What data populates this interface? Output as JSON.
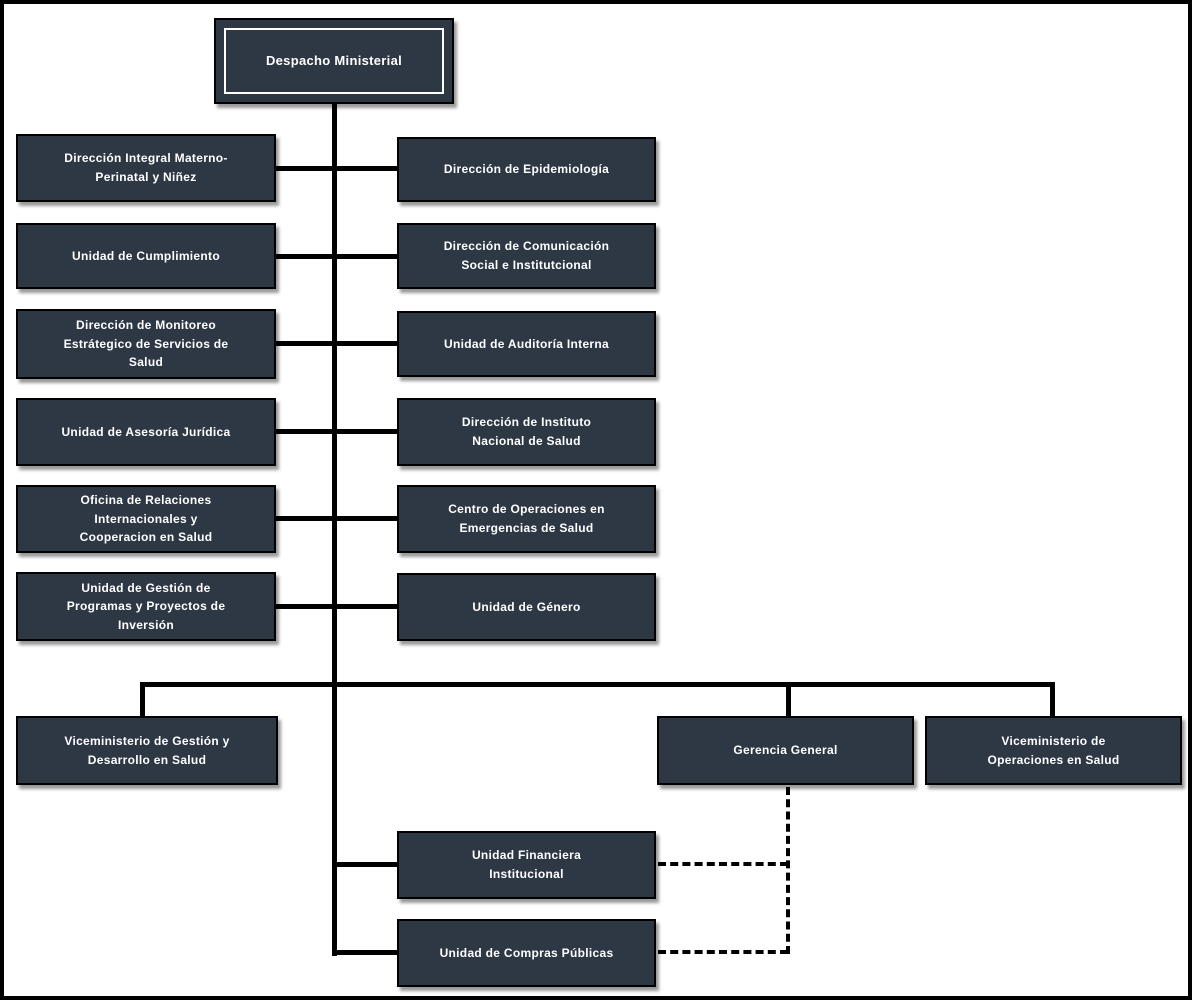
{
  "colors": {
    "box_fill": "#2e3744",
    "box_border": "#000000",
    "box_text": "#ffffff",
    "connector": "#000000",
    "background": "#ffffff"
  },
  "org": {
    "root": {
      "label": "Despacho Ministerial"
    },
    "left_column": [
      {
        "label": "Dirección Integral Materno-\nPerinatal y Niñez"
      },
      {
        "label": "Unidad de Cumplimiento"
      },
      {
        "label": "Dirección de Monitoreo\nEstrátegico de Servicios de\nSalud"
      },
      {
        "label": "Unidad de Asesoría Jurídica"
      },
      {
        "label": "Oficina de Relaciones\nInternacionales y\nCooperacion en Salud"
      },
      {
        "label": "Unidad de Gestión de\nProgramas y Proyectos de\nInversión"
      }
    ],
    "right_column": [
      {
        "label": "Dirección de Epidemiología"
      },
      {
        "label": "Dirección de Comunicación\nSocial e Institutcional"
      },
      {
        "label": "Unidad de Auditoría Interna"
      },
      {
        "label": "Dirección de Instituto\nNacional de Salud"
      },
      {
        "label": "Centro de Operaciones en\nEmergencias de Salud"
      },
      {
        "label": "Unidad de Género"
      }
    ],
    "bottom_row": [
      {
        "label": "Viceministerio de Gestión y\nDesarrollo en Salud"
      },
      {
        "label": "Gerencia General"
      },
      {
        "label": "Viceministerio de\nOperaciones en Salud"
      }
    ],
    "support_units": [
      {
        "label": "Unidad Financiera\nInstitucional"
      },
      {
        "label": "Unidad de Compras Públicas"
      }
    ]
  }
}
